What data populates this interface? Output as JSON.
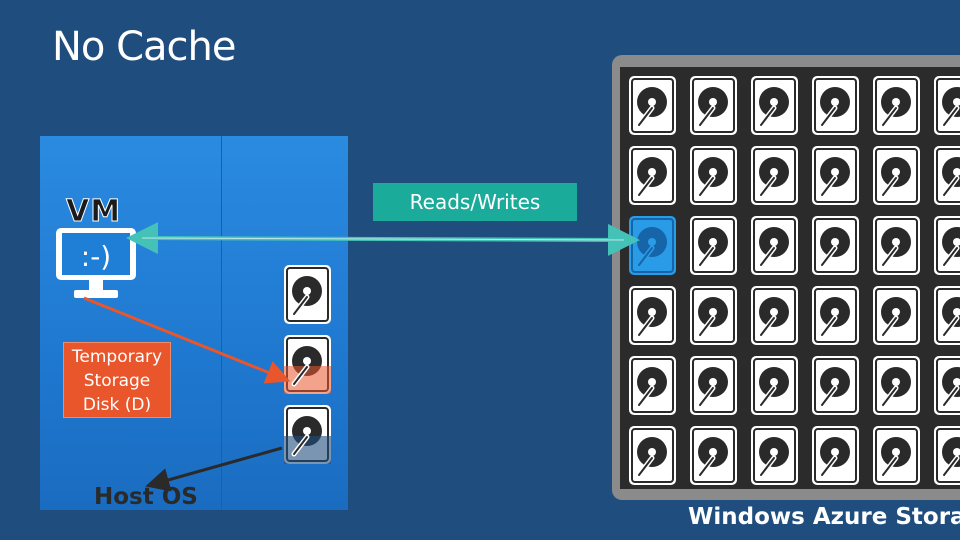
{
  "slide": {
    "title": "No Cache"
  },
  "host_machine": {
    "vm_label": "VM",
    "vm_face": ":-)",
    "temporary_storage_label": "Temporary Storage Disk (D)",
    "host_os_label": "Host OS"
  },
  "connection": {
    "label": "Reads/Writes"
  },
  "azure_storage": {
    "label": "Windows Azure Stora",
    "grid_rows": 6,
    "grid_cols": 6,
    "highlighted_disk": {
      "row": 3,
      "col": 1
    }
  },
  "colors": {
    "background": "#1f4e7e",
    "host_panel": "#2a8be0",
    "temporary_storage": "#e9562c",
    "reads_writes": "#1bab9b",
    "highlight_disk": "#2a9be6"
  },
  "icons": {
    "disk": "hard-disk-icon",
    "monitor": "monitor-icon"
  }
}
